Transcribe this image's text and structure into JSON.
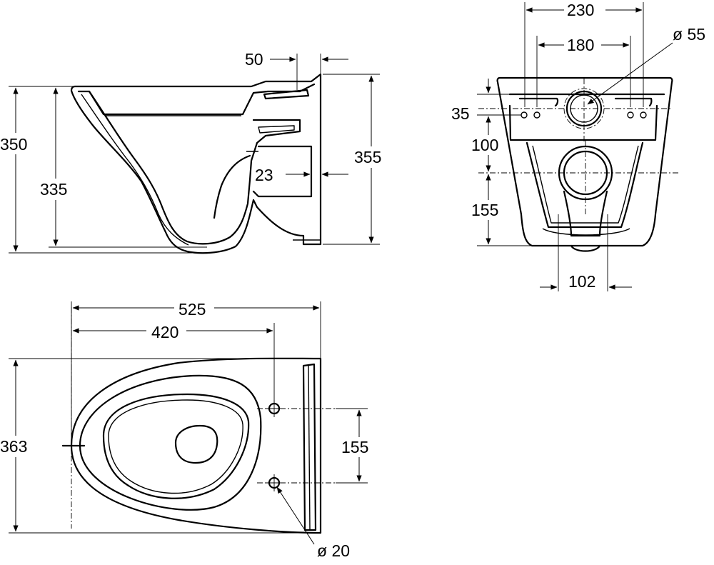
{
  "side_view": {
    "dim_height_overall": "350",
    "dim_height_rim": "335",
    "dim_offset_top": "50",
    "dim_offset_inlet": "23",
    "dim_height_back": "355"
  },
  "rear_view": {
    "dim_width_outer": "230",
    "dim_width_inner": "180",
    "dim_inlet_diameter": "ø 55",
    "dim_bolt_height": "35",
    "dim_inlet_to_bolts": "100",
    "dim_outlet_height": "155",
    "dim_outlet_width": "102"
  },
  "top_view": {
    "dim_length_overall": "525",
    "dim_length_to_fixings": "420",
    "dim_width": "363",
    "dim_fixing_spacing": "155",
    "dim_fixing_hole": "ø 20"
  }
}
